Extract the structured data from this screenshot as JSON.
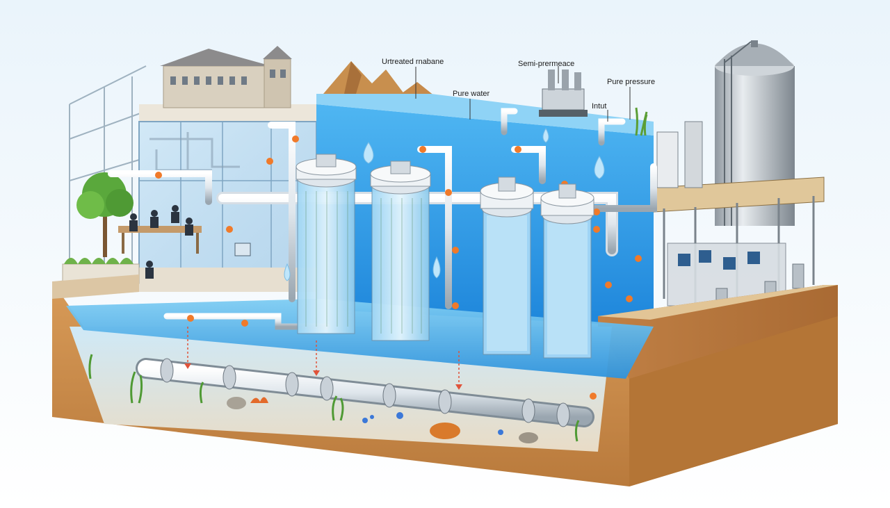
{
  "labels": {
    "untreated": "Urtreated rnabane",
    "pure_water": "Pure water",
    "semi_permeable": "Semi-prermeace",
    "pure_pressure": "Pure pressure",
    "intake": "Intut"
  },
  "colors": {
    "water": "#3aa3e8",
    "water_deep": "#1f7fd0",
    "soil": "#c98c4c",
    "pipe": "#e6ecf1",
    "valve": "#f07a2a",
    "steel": "#b9c1c8"
  }
}
